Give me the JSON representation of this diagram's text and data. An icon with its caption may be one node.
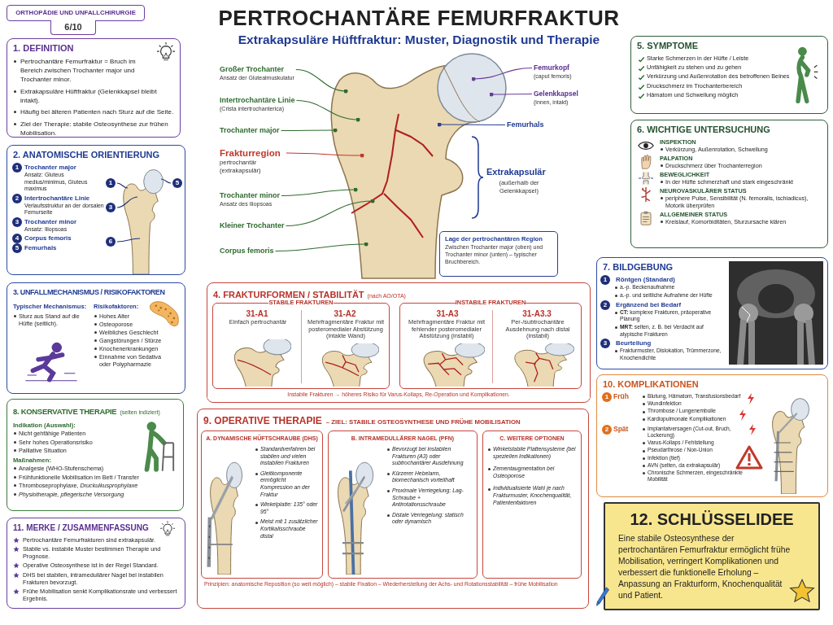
{
  "diagram": {
    "title": "PERTROCHANTÄRE FEMURFRAKTUR",
    "nodes": [
      {
        "text": [
          "ORTHOPÄDIE UND UNFALLCHIRURGIE"
        ]
      },
      {
        "text": [
          "6/10"
        ]
      },
      {
        "text": [
          "1. DEFINITION",
          "Pertrochantäre Femurfraktur = Bruch im Bereich zwischen Trochanter major und Trochanter minor.",
          "Extrakapsuläre Hüftfraktur (Gelenkkapsel bleibt intakt).",
          "Häufig bei älteren Patienten nach Sturz auf die Seite.",
          "Ziel der Therapie: stabile Osteosynthese zur frühen Mobilisation."
        ]
      },
      {
        "text": [
          "2. ANATOMISCHE ORIENTIERUNG",
          "Trochanter major",
          "Ansatz: Gluteus medius/minimus, Gluteus maximus",
          "Intertrochantäre Linie",
          "Verlaufsstruktur an der dorsalen Femurseite",
          "Trochanter minor",
          "Ansatz: Iliopsoas",
          "Corpus femoris",
          "Femurhals"
        ]
      },
      {
        "text": [
          "1"
        ],
        "in": 3
      },
      {
        "text": [
          "2"
        ],
        "in": 3
      },
      {
        "text": [
          "3"
        ],
        "in": 3
      },
      {
        "text": [
          "4"
        ],
        "in": 3
      },
      {
        "text": [
          "5"
        ],
        "in": 3
      },
      {
        "text": [
          "1"
        ],
        "in": 3
      },
      {
        "text": [
          "5"
        ],
        "in": 3
      },
      {
        "text": [
          "3"
        ],
        "in": 3
      },
      {
        "text": [
          "6"
        ],
        "in": 3
      },
      {
        "text": [
          "3. UNFALLMECHANISMUS / RISIKOFAKTOREN",
          "Typischer Mechanismus:",
          "Sturz aus Stand auf die Hüfte (seitlich).",
          "Risikofaktoren:",
          "Hohes Alter",
          "Osteoporose",
          "Weibliches Geschlecht",
          "Gangstörungen / Stürze",
          "Knochenerkrankungen",
          "Einnahme von Sedativa oder Polypharmazie"
        ]
      },
      {
        "text": [
          "8. KONSERVATIVE THERAPIE",
          "(selten indiziert)",
          "Indikation (Auswahl):",
          "Nicht gehfähige Patienten",
          "Sehr hohes Operationsrisiko",
          "Palliative Situation",
          "Maßnahmen:",
          "Analgesie (WHO-Stufenschema)",
          "Frühfunktionelle Mobilisation im Bett / Transfer",
          "Thromboseprophylaxe, *Druckulkusprophylaxe*",
          "Physiotherapie, pflegerische Versorgung"
        ]
      },
      {
        "text": [
          "11. MERKE / ZUSAMMENFASSUNG",
          "Pertrochantäre Femurfrakturen sind extrakapsulär.",
          "Stabile vs. instabile Muster bestimmen Therapie und Prognose.",
          "Operative Osteosynthese ist in der Regel Standard.",
          "DHS bei stabilen, intramedullärer Nagel bei instabilen Frakturen bevorzugt.",
          "Frühe Mobilisation senkt Komplikationsrate und verbessert Ergebnis."
        ]
      },
      {
        "text": [
          "Großer Trochanter",
          "Ansatz der Glutealmuskulatur"
        ]
      },
      {
        "text": [
          "Intertrochantäre Linie",
          "(Crista intertrochanterica)"
        ]
      },
      {
        "text": [
          "Trochanter major"
        ]
      },
      {
        "text": [
          "Frakturregion",
          "pertrochantär (extrakapsulär)"
        ]
      },
      {
        "text": [
          "Trochanter minor",
          "Ansatz des Iliopsoas"
        ]
      },
      {
        "text": [
          "Kleiner Trochanter"
        ]
      },
      {
        "text": [
          "Corpus femoris"
        ]
      },
      {
        "text": [
          "Femurkopf",
          "(caput femoris)"
        ]
      },
      {
        "text": [
          "Gelenkkapsel",
          "(innen, intakt)"
        ]
      },
      {
        "text": [
          "Femurhals"
        ]
      },
      {
        "text": [
          "Lage der pertrochantären Region",
          "Zwischen Trochanter major (oben) und Trochanter minor (unten) – typischer Bruchbereich."
        ]
      },
      {
        "text": [
          "5. SYMPTOME",
          "Starke Schmerzen in der Hüfte / Leiste",
          "Unfähigkeit zu stehen und zu gehen",
          "Verkürzung und Außenrotation des betroffenen Beines",
          "Druckschmerz im Trochanterbereich",
          "Hämatom und Schwellung möglich"
        ]
      },
      {
        "text": [
          "6. WICHTIGE UNTERSUCHUNG",
          "INSPEKTION",
          "Verkürzung, Außenrotation, Schwellung",
          "PALPATION",
          "Druckschmerz über Trochanterregion",
          "BEWEGLICHKEIT",
          "In der Hüfte schmerzhaft und stark eingeschränkt",
          "NEUROVASKULÄRER STATUS",
          "periphere Pulse, Sensibilität (N. femoralis, ischiadicus), Motorik überprüfen",
          "ALLGEMEINER STATUS",
          "Kreislauf, Komorbiditäten, Sturzursache klären"
        ]
      },
      {
        "text": [
          "4. FRAKTURFORMEN / STABILITÄT",
          "(nach AO/OTA)",
          "Instabile Frakturen → höheres Risiko für Varus-Kollaps, Re-Operation und Komplikationen."
        ]
      },
      {
        "text": [
          "STABILE FRAKTUREN",
          "31-A1",
          "Einfach pertrochantär",
          "31-A2",
          "Mehrfragmentäre Fraktur mit posteromedialer Abstützung (intakte Wand)"
        ],
        "in": 29
      },
      {
        "text": [
          "INSTABILE FRAKTUREN",
          "31-A3",
          "Mehrfragmentäre Fraktur mit fehlender posteromedialer Abstützung (instabil)",
          "31-A3.3",
          "Per-/subtrochantäre Ausdehnung nach distal (instabil)"
        ],
        "in": 29
      },
      {
        "text": [
          "7. BILDGEBUNG",
          "Röntgen (Standard)",
          "a.-p. Beckenaufnahme",
          "a.-p. und seitliche Aufnahme der Hüfte",
          "Ergänzend bei Bedarf",
          "**CT:** komplexe Frakturen, präoperative Planung",
          "**MRT:** selten, z. B. bei Verdacht auf atypische Frakturen",
          "Beurteilung",
          "Frakturmuster, Dislokation, Trümmerzone, Knochendichte"
        ]
      },
      {
        "text": [
          "1"
        ],
        "in": 32
      },
      {
        "text": [
          "2"
        ],
        "in": 32
      },
      {
        "text": [
          "3"
        ],
        "in": 32
      },
      {
        "text": [
          "9. OPERATIVE THERAPIE",
          "– ZIEL: STABILE OSTEOSYNTHESE UND FRÜHE MOBILISATION",
          "Prinzipien: anatomische Reposition (so weit möglich) – stabile Fixation – Wiederherstellung der Achs- und Rotationsstabilität – frühe Mobilisation"
        ]
      },
      {
        "text": [
          "A. DYNAMISCHE HÜFTSCHRAUBE (DHS)",
          "Standardverfahren bei stabilen und vielen instabilen Frakturen",
          "Gleitkomponente ermöglicht Kompression an der Fraktur",
          "Winkelplatte: 135° oder 95°",
          "Meist mit 1 zusätzlicher Kortikalisschraube distal"
        ],
        "in": 36
      },
      {
        "text": [
          "B. INTRAMEDULLÄRER NAGEL (PFN)",
          "Bevorzugt bei instabilen Frakturen (A3) oder subtrochantärer Ausdehnung",
          "Kürzerer Hebelarm, biomechanisch vorteilhaft",
          "Proximale Verriegelung: Lag-Schraube + Antirotationsschraube",
          "Distale Verriegelung: statisch oder dynamisch"
        ],
        "in": 36
      },
      {
        "text": [
          "C. WEITERE OPTIONEN",
          "Winkelstabile Plattensysteme (bei speziellen Indikationen)",
          "Zementaugmentation bei Osteoporose",
          "Individualisierte Wahl je nach Frakturmuster, Knochenqualität, Patientenfaktoren"
        ],
        "in": 36
      },
      {
        "text": [
          "10. KOMPLIKATIONEN",
          "Früh",
          "Blutung, Hämatom, Transfusionsbedarf",
          "Wundinfektion",
          "Thrombose / Lungenembolie",
          "Kardiopulmonale Komplikationen",
          "Spät",
          "Implantatversagen (Cut-out, Bruch, Lockerung)",
          "Varus-Kollaps / Fehlstellung",
          "Pseudarthrose / Non-Union",
          "Infektion (tief)",
          "AVN (selten, da extrakapsulär)",
          "Chronische Schmerzen, eingeschränkte Mobilität"
        ]
      },
      {
        "text": [
          "1"
        ],
        "in": 40
      },
      {
        "text": [
          "2"
        ],
        "in": 40
      },
      {
        "text": [
          "12. SCHLÜSSELIDEE",
          "Eine stabile Osteosynthese der pertrochantären Femurfraktur ermöglicht frühe Mobilisation, verringert Komplikationen und verbessert die funktionelle Erholung – Anpassung an Frakturform, Knochenqualität und Patient."
        ]
      }
    ],
    "edges": [
      {
        "from": 16,
        "to": null,
        "arrow": "other"
      },
      {
        "from": 17,
        "to": null,
        "arrow": "other"
      },
      {
        "from": 18,
        "to": null,
        "arrow": "other"
      },
      {
        "from": 19,
        "to": null,
        "arrow": "other",
        "color": "#c0392b"
      },
      {
        "from": 20,
        "to": null,
        "arrow": "other"
      },
      {
        "from": 21,
        "to": null,
        "arrow": "other"
      },
      {
        "from": 22,
        "to": null,
        "arrow": "other"
      },
      {
        "from": 23,
        "to": null,
        "arrow": "other",
        "color": "#6a3d9a"
      },
      {
        "from": 24,
        "to": null,
        "arrow": "other",
        "color": "#6a3d9a"
      },
      {
        "from": 25,
        "to": null,
        "arrow": "other",
        "color": "#2b3f8f"
      },
      {
        "from": 9,
        "to": null,
        "arrow": "none",
        "color": "#1f2f7a"
      },
      {
        "from": 10,
        "to": null,
        "arrow": "none",
        "color": "#1f2f7a"
      },
      {
        "from": 11,
        "to": null,
        "arrow": "none",
        "color": "#1f2f7a"
      },
      {
        "from": 12,
        "to": null,
        "arrow": "none",
        "color": "#1f2f7a"
      }
    ],
    "labels": [
      "Extrakapsuläre Hüftfraktur: Muster, Diagnostik und Therapie",
      "Extrakapsulär",
      "(außerhalb der Gelenkkapsel)"
    ]
  }
}
